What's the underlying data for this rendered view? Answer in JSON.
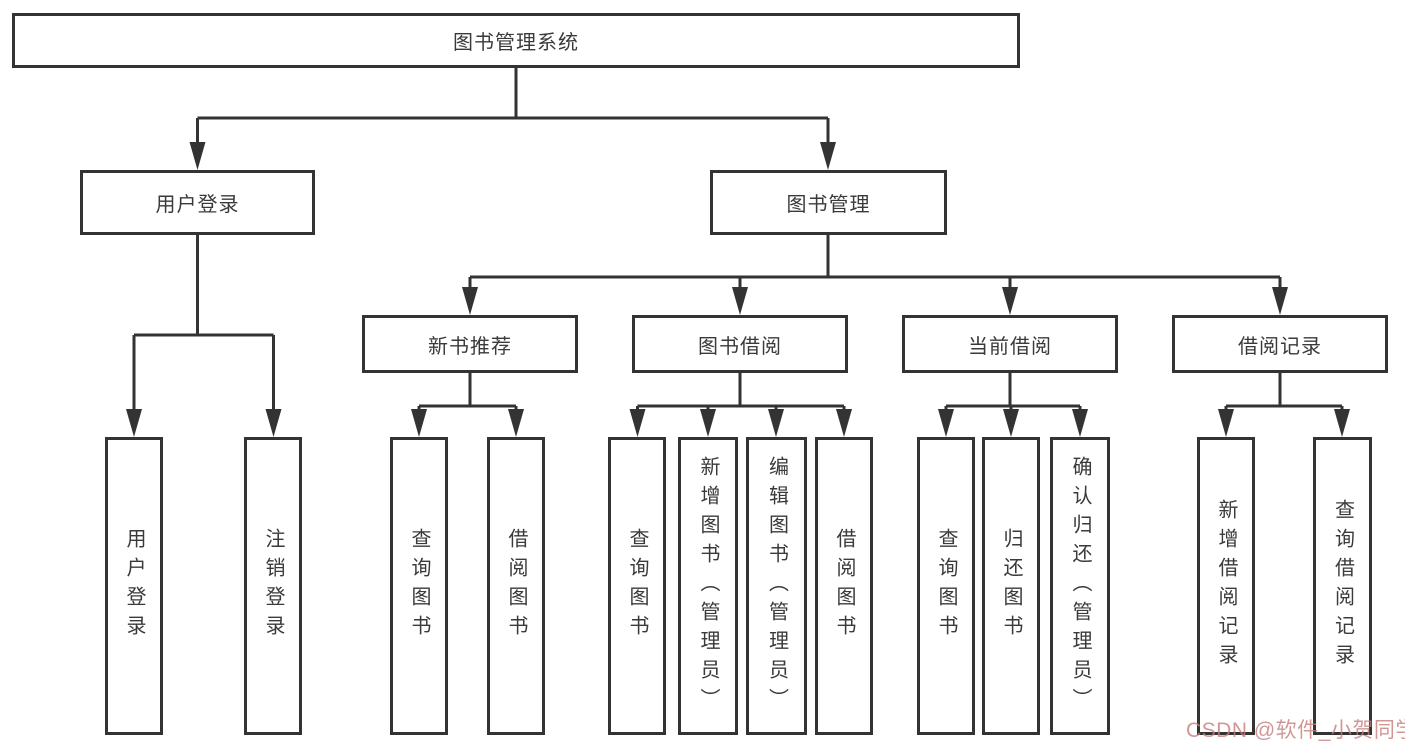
{
  "tree": {
    "root": "图书管理系统",
    "branches": [
      {
        "label": "用户登录",
        "children": [
          "用户登录",
          "注销登录"
        ]
      },
      {
        "label": "图书管理",
        "groups": [
          {
            "label": "新书推荐",
            "children": [
              "查询图书",
              "借阅图书"
            ]
          },
          {
            "label": "图书借阅",
            "children": [
              "查询图书",
              "新增图书（管理员）",
              "编辑图书（管理员）",
              "借阅图书"
            ]
          },
          {
            "label": "当前借阅",
            "children": [
              "查询图书",
              "归还图书",
              "确认归还（管理员）"
            ]
          },
          {
            "label": "借阅记录",
            "children": [
              "新增借阅记录",
              "查询借阅记录"
            ]
          }
        ]
      }
    ]
  },
  "watermark": {
    "text": "CSDN @软件_小贺同学"
  },
  "colors": {
    "line": "#333333",
    "text": "#3a3a3a",
    "box_background": "#ffffff",
    "watermark": "#c67d7d"
  }
}
